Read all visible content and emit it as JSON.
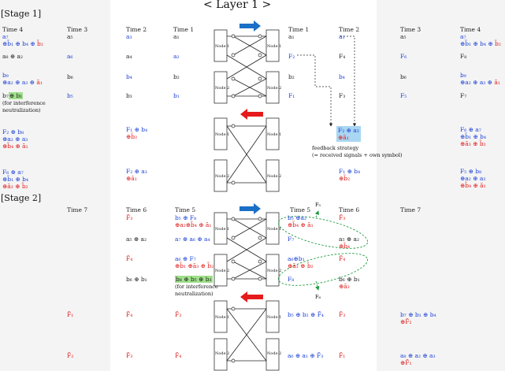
{
  "title": "< Layer 1 >",
  "stage1": {
    "label": "[Stage 1]"
  },
  "stage2": {
    "label": "[Stage 2]"
  },
  "nodes": {
    "n1": "Node 1",
    "n2": "Node 2"
  },
  "s1_headers": {
    "c1": "Time 4",
    "c2": "Time 3",
    "c3": "Time 2",
    "c4": "Time 1",
    "c5": "Time 1",
    "c6": "Time 2",
    "c7": "Time 3",
    "c8": "Time 4"
  },
  "s1": {
    "l_t4_a1": "a₇",
    "l_t4_a2": "⊕b̃₁ ⊕ b₄ ⊕ ",
    "l_t4_a3": "b̃₂",
    "l_t4_b": "a₈ ⊕ a₂",
    "l_t4_c1": "b₉",
    "l_t4_c2": "⊕a₂ ⊕ a₃ ⊕ ",
    "l_t4_c3": "ã₁",
    "l_t4_d1": "b₇",
    "l_t4_d2": "⊕ b₁",
    "l_t4_note": "(for interference\nneutralization)",
    "l_t4_e1": "F₂ ⊕ b₈",
    "l_t4_e2": "⊕a₂ ⊕ a₃",
    "l_t4_e3": "⊕b̃₄ ⊕ ã₁",
    "l_t4_f1": "F₆ ⊕ a₇",
    "l_t4_f2": "⊕b̃₁ ⊕ b₄",
    "l_t4_f3": "⊕ã₃ ⊕ b̃₂",
    "l_t3_a": "a₅",
    "l_t3_b": "a₆",
    "l_t3_c": "b₆",
    "l_t3_d": "b₅",
    "l_t2_a": "a₃",
    "l_t2_b": "a₄",
    "l_t2_c": "b₄",
    "l_t2_d": "b₃",
    "l_t2_e1": "F₁ ⊕ b₄",
    "l_t2_e2": "⊕b̃₂",
    "l_t2_f1": "F₂ ⊕ a₃",
    "l_t2_f2": "⊕ã₁",
    "l_t1_a": "a₁",
    "l_t1_b": "a₂",
    "l_t1_c": "b₂",
    "l_t1_d": "b₁",
    "r_t1_a": "a₁",
    "r_t1_b": "F₂",
    "r_t1_c": "b₂",
    "r_t1_d": "F₁",
    "r_t2_a": "a₃",
    "r_t2_b": "F₄",
    "r_t2_c": "b₄",
    "r_t2_d": "F₃",
    "r_t2_e1": "F₂ ⊕ a₃",
    "r_t2_e2": "⊕ã₁",
    "r_t2_f1": "F₁ ⊕ b₄",
    "r_t2_f2": "⊕b̃₂",
    "feedback": "feedback strategy\n(= received signals + own symbol)",
    "r_t3_a": "a₅",
    "r_t3_b": "F₆",
    "r_t3_c": "b₆",
    "r_t3_d": "F₅",
    "r_t4_a1": "a₇",
    "r_t4_a2": "⊕b̃₁ ⊕ b₄ ⊕ ",
    "r_t4_a3": "b̃₂",
    "r_t4_b": "F₈",
    "r_t4_c1": "b₉",
    "r_t4_c2": "⊕a₂ ⊕ a₃ ⊕ ",
    "r_t4_c3": "ã₁",
    "r_t4_d": "F₇",
    "r_t4_e1": "F₆ ⊕ a₇",
    "r_t4_e2": "⊕b̃₁ ⊕ b₄",
    "r_t4_e3": "⊕ã₃ ⊕ b̃₂",
    "r_t4_f1": "F₅ ⊕ b₈",
    "r_t4_f2": "⊕a₂ ⊕ a₃",
    "r_t4_f3": "⊕b̃₄ ⊕ ã₁"
  },
  "s2_headers": {
    "c1": "Time 7",
    "c2": "Time 6",
    "c3": "Time 5",
    "c4": "Time 5",
    "c5": "Time 6",
    "c6": "Time 7"
  },
  "s2": {
    "l_t6_a": "F̃₃",
    "l_t6_b": "a₅ ⊕ a₂",
    "l_t6_c": "F̃₄",
    "l_t6_d": "b₆ ⊕ b₁",
    "l_t5_a1": "b₅ ⊕ F₈",
    "l_t5_a2": "⊕a₂⊕b̃₄ ⊕ ã₁",
    "l_t5_b": "a₇ ⊕ a₆ ⊕ a₄",
    "l_t5_c1": "a₆ ⊕ F₇",
    "l_t5_c2": "⊕b̃₁ ⊕ã₃ ⊕ b̃₂",
    "l_t5_d": "b₈ ⊕ b₅ ⊕ b₃",
    "l_t5_note": "(for interference\nneutralization)",
    "l_t7_e": "F̃₁",
    "l_t6_e": "F̃₄",
    "l_t5_e": "F̃₃",
    "l_t7_f": "F̃₂",
    "l_t6_f": "F̃₃",
    "l_t5_f": "F̃₄",
    "r_t5_a1": "b₅ ⊕a₂",
    "r_t5_a2": "⊕b̃₄ ⊕ ã₁",
    "r_t5_b": "F₇",
    "r_t5_c1": "a₆⊕b₁",
    "r_t5_c2": "⊕ã₃ ⊕ b̃₂",
    "r_t5_d": "F₈",
    "f5": "F₅",
    "f6": "F₆",
    "r_t6_a": "F̃₃",
    "r_t6_b1": "a₅ ⊕ a₂",
    "r_t6_b2": "⊕b̃₄",
    "r_t6_c": "F̃₄",
    "r_t6_d1": "b₆ ⊕ b₁",
    "r_t6_d2": "⊕ã₃",
    "r_t5_e": "b₅ ⊕ b₂ ⊕ F̃₄",
    "r_t6_e": "F̃₃",
    "r_t7_e1": "b₇ ⊕ b₁ ⊕ b₄",
    "r_t7_e2": "⊕F̃₂",
    "r_t5_f": "a₆ ⊕ a₁ ⊕ F̃₃",
    "r_t6_f": "F̃₁",
    "r_t7_f1": "a₈ ⊕ a₂ ⊕ a₃",
    "r_t7_f2": "⊕F̃₁"
  },
  "colors": {
    "blue": "#1a3fd6",
    "red": "#e01818",
    "green_hl": "#9fe08a",
    "blue_hl": "#a9d6f2",
    "band": "#f4f4f4"
  }
}
